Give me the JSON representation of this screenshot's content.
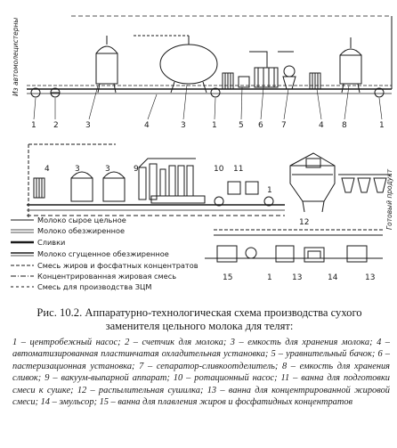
{
  "side_labels": {
    "left_top": "Из автомоле­цистерны",
    "right_mid": "Готовый продукт"
  },
  "numbers": [
    "1",
    "2",
    "3",
    "3",
    "4",
    "1",
    "5",
    "6",
    "7",
    "4",
    "8",
    "1",
    "4",
    "3",
    "3",
    "9",
    "10",
    "11",
    "1",
    "12",
    "15",
    "1",
    "13",
    "14",
    "13"
  ],
  "legend": [
    {
      "label": "Молоко сырое цельное",
      "style": "solid"
    },
    {
      "label": "Молоко обезжиренное",
      "style": "double"
    },
    {
      "label": "Сливки",
      "style": "thick"
    },
    {
      "label": "Молоко сгущенное обезжиренное",
      "style": "double-bold"
    },
    {
      "label": "Смесь жиров и фосфатных концентратов",
      "style": "dash-cross"
    },
    {
      "label": "Концентрированная жировая смесь",
      "style": "dash-dot"
    },
    {
      "label": "Смесь для производства ЗЦМ",
      "style": "dashed"
    }
  ],
  "caption": {
    "line1": "Рис. 10.2. Аппаратурно-технологическая схема производства сухого",
    "line2": "заменителя цельного молока для телят:"
  },
  "key_text": "1 – центробежный насос; 2 – счетчик для молока; 3 – емкость для хранения молока; 4 – автоматизированная пластинчатая охладительная установка; 5 – уравнительный бачок; 6 – пастеризационная установка; 7 – сепаратор-сливкоотделитель; 8 – емкость для хранения сливок; 9 – вакуум-выпарной аппарат; 10 – ротационный насос; 11 – ванна для подготовки смеси к сушке; 12 – распылительная сушилка; 13 – ванна для концентрированной жировой смеси; 14 – эмульсор; 15 – ванна для плавления жиров и фосфатидных концентратов"
}
